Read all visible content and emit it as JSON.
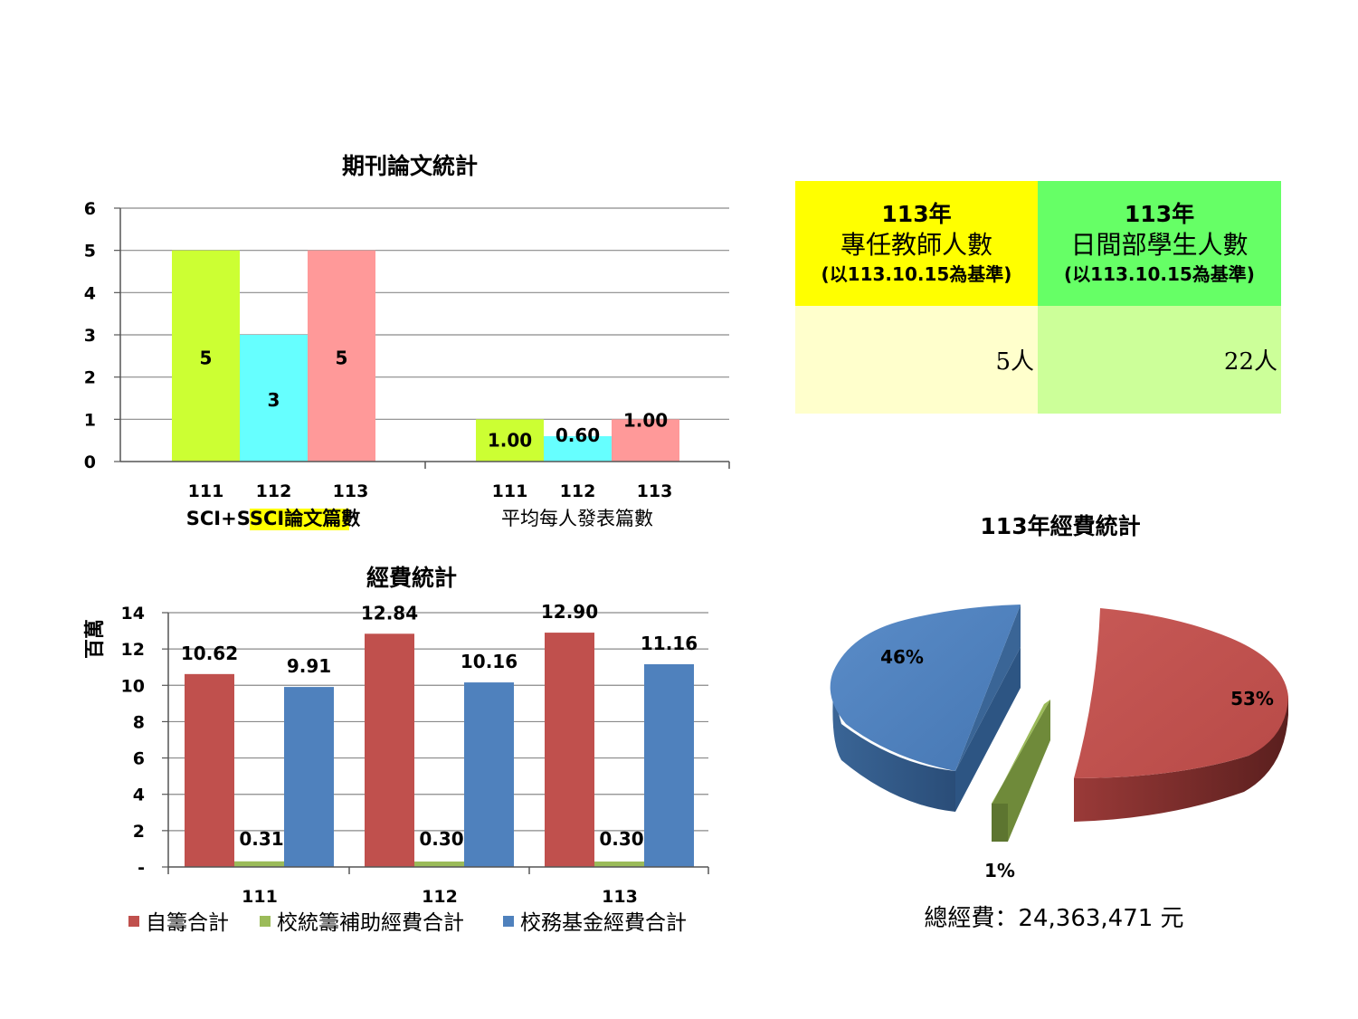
{
  "colors": {
    "lime": "#ccff33",
    "cyan": "#66ffff",
    "pink": "#ff9999",
    "red": "#c0504d",
    "green": "#9bbb59",
    "blue": "#4f81bd",
    "highlight": "#ffff00",
    "table_head_left": "#ffff00",
    "table_head_right": "#66ff66",
    "table_body_left": "#ffffcc",
    "table_body_right": "#ccff99"
  },
  "chart_data": [
    {
      "type": "bar",
      "title": "期刊論文統計",
      "ylim": [
        0,
        6
      ],
      "yticks": [
        "0",
        "1",
        "2",
        "3",
        "4",
        "5",
        "6"
      ],
      "categories": [
        "111",
        "112",
        "113"
      ],
      "groups": [
        {
          "name": "SCI+SSCI論文篇數",
          "values": [
            5,
            3,
            5
          ],
          "labels": [
            "5",
            "3",
            "5"
          ]
        },
        {
          "name": "平均每人發表篇數",
          "values": [
            1.0,
            0.6,
            1.0
          ],
          "labels": [
            "1.00",
            "0.60",
            "1.00"
          ]
        }
      ],
      "grid": true,
      "legend": "none"
    },
    {
      "type": "bar",
      "title": "經費統計",
      "ylabel": "百萬",
      "ylim": [
        0,
        14
      ],
      "yticks": [
        "-",
        "2",
        "4",
        "6",
        "8",
        "10",
        "12",
        "14"
      ],
      "categories": [
        "111",
        "112",
        "113"
      ],
      "series": [
        {
          "name": "自籌合計",
          "values": [
            10.62,
            12.84,
            12.9
          ],
          "labels": [
            "10.62",
            "12.84",
            "12.90"
          ]
        },
        {
          "name": "校統籌補助經費合計",
          "values": [
            0.31,
            0.3,
            0.3
          ],
          "labels": [
            "0.31",
            "0.30",
            "0.30"
          ]
        },
        {
          "name": "校務基金經費合計",
          "values": [
            9.91,
            10.16,
            11.16
          ],
          "labels": [
            "9.91",
            "10.16",
            "11.16"
          ]
        }
      ],
      "grid": true,
      "legend": "bottom"
    },
    {
      "type": "pie",
      "title": "113年經費統計",
      "slices": [
        {
          "label": "53%",
          "value": 53
        },
        {
          "label": "1%",
          "value": 1
        },
        {
          "label": "46%",
          "value": 46
        }
      ],
      "exploded": true,
      "style": "3d",
      "total_text": "總經費：24,363,471 元"
    }
  ],
  "stats_table": {
    "headers": [
      {
        "year": "113年",
        "title": "專任教師人數",
        "note": "(以113.10.15為基準)"
      },
      {
        "year": "113年",
        "title": "日間部學生人數",
        "note": "(以113.10.15為基準)"
      }
    ],
    "values": [
      "5人",
      "22人"
    ]
  }
}
